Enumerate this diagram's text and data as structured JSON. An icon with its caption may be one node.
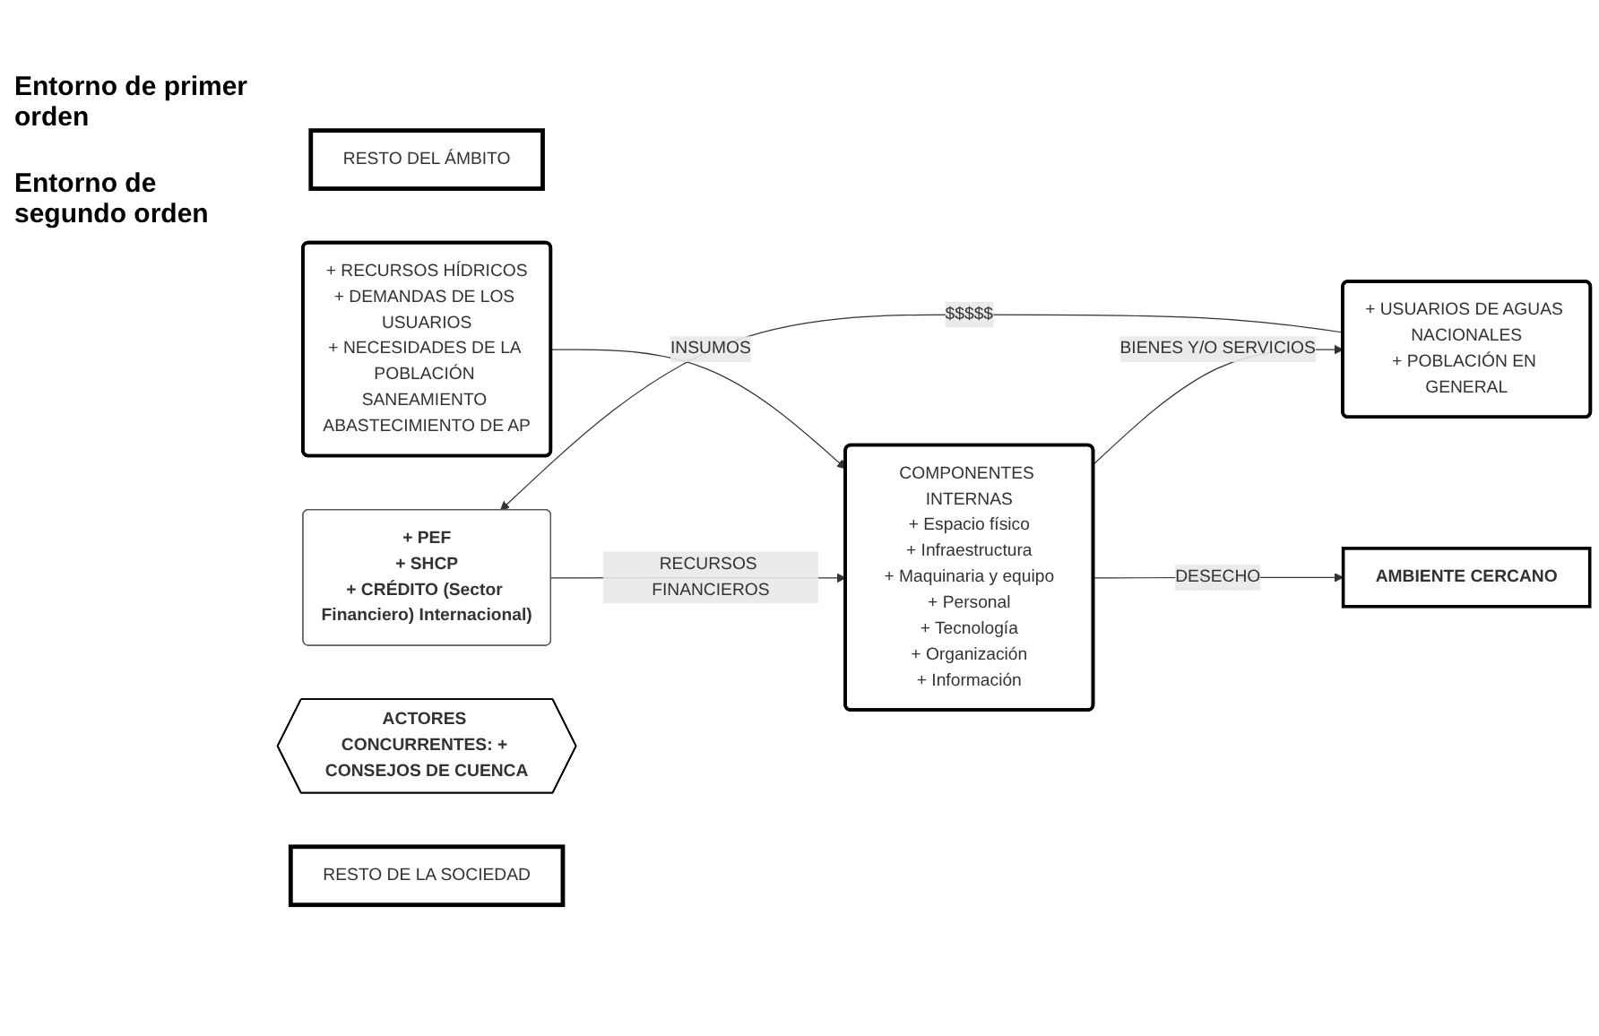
{
  "diagram": {
    "nodes": [
      {
        "text": [
          "RESTO DEL ÁMBITO"
        ]
      },
      {
        "text": [
          "+ PEF",
          "+ SHCP",
          "+ CRÉDITO (Sector Financiero) Internacional)"
        ]
      },
      {
        "text": [
          "COMPONENTES INTERNAS",
          "+ Espacio físico",
          "+ Infraestructura",
          "+ Maquinaria y equipo",
          "+ Personal",
          "+ Tecnología",
          "+ Organización",
          "+ Información"
        ]
      },
      {
        "text": [
          "+ RECURSOS HÍDRICOS",
          "+ DEMANDAS DE LOS USUARIOS",
          "+ NECESIDADES DE LA POBLACIÓN SANEAMIENTO ABASTECIMIENTO DE AP"
        ]
      },
      {
        "text": [
          "+ USUARIOS DE AGUAS NACIONALES",
          "+ POBLACIÓN EN GENERAL"
        ]
      },
      {
        "text": [
          "AMBIENTE CERCANO"
        ]
      },
      {
        "text": [
          "ACTORES CONCURRENTES: + CONSEJOS DE CUENCA"
        ]
      },
      {
        "text": [
          "RESTO DE LA SOCIEDAD"
        ]
      }
    ],
    "edges": [
      {
        "from": 1,
        "to": 2,
        "arrow": "to",
        "label": "RECURSOS FINANCIEROS"
      },
      {
        "from": 3,
        "to": 2,
        "arrow": "to",
        "label": "INSUMOS"
      },
      {
        "from": 2,
        "to": 4,
        "arrow": "to",
        "label": "BIENES Y/O SERVICIOS"
      },
      {
        "from": 2,
        "to": 5,
        "arrow": "to",
        "label": "DESECHO"
      },
      {
        "from": 4,
        "to": 1,
        "arrow": "to",
        "label": "$$$$$"
      }
    ],
    "labels": [
      "Entorno de primer orden",
      "Entorno de segundo orden"
    ]
  }
}
